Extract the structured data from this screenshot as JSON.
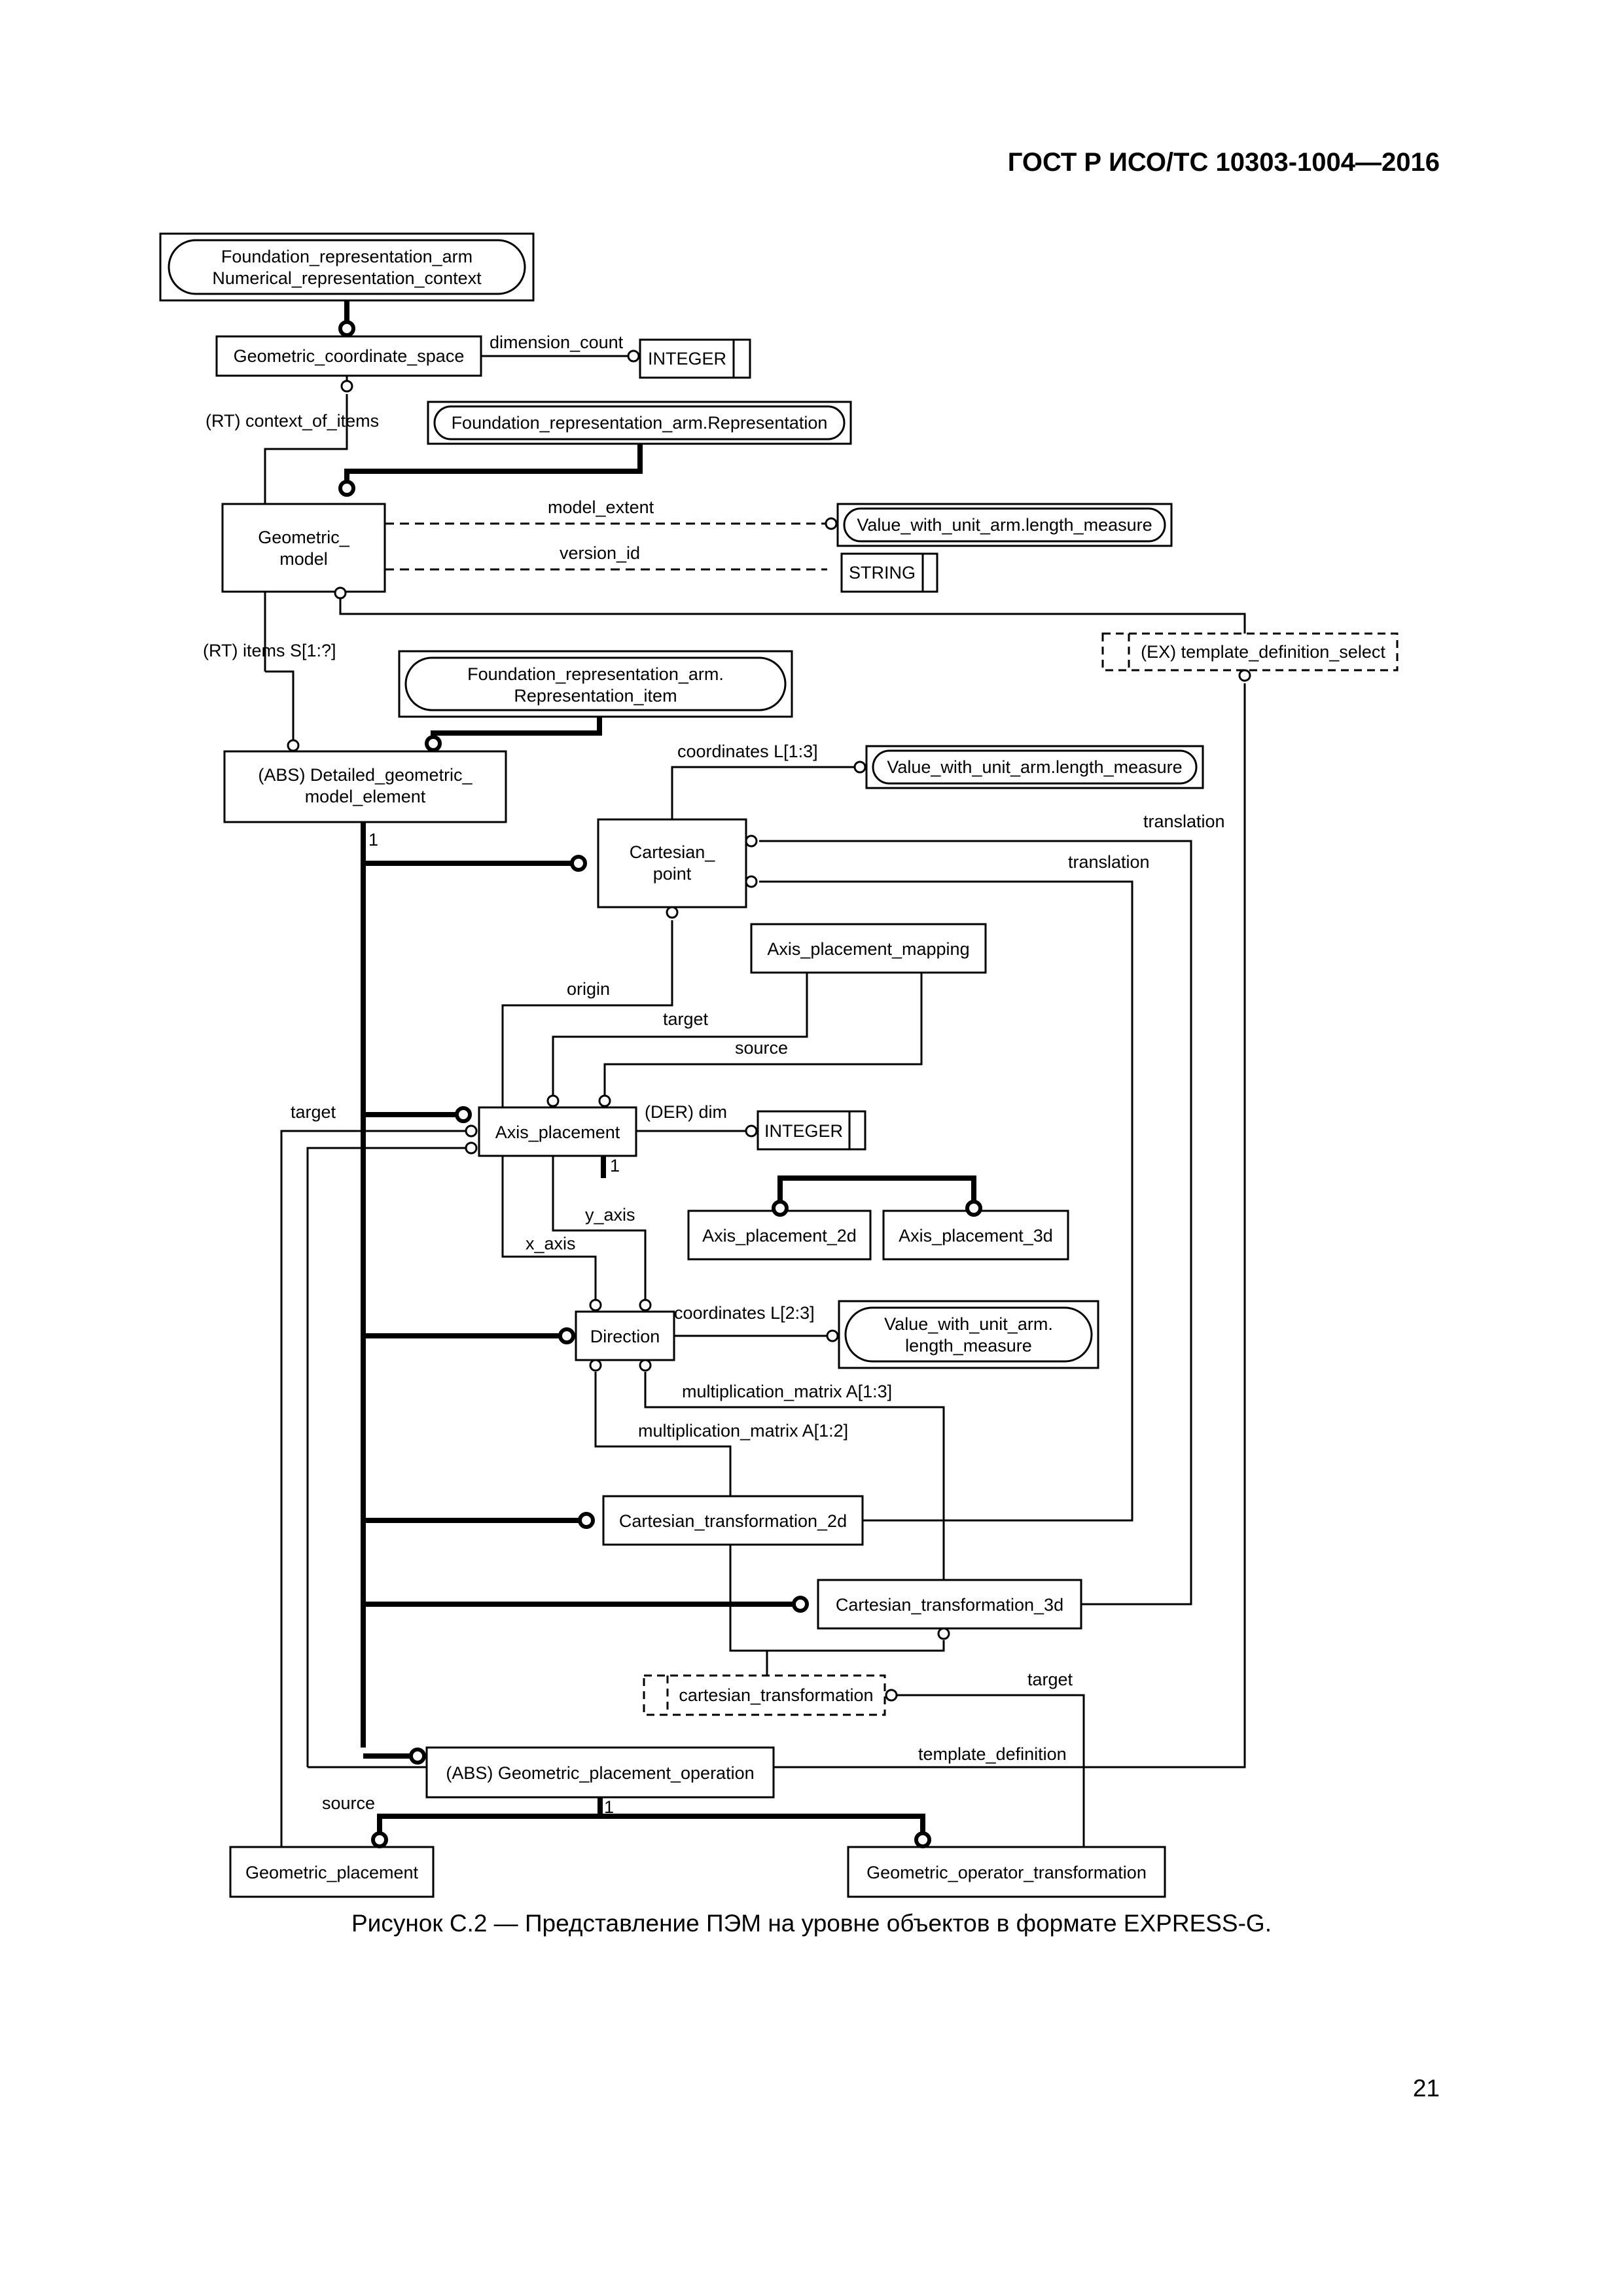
{
  "header": "ГОСТ Р ИСО/ТС 10303-1004—2016",
  "caption": "Рисунок С.2 — Представление ПЭМ на уровне объектов в формате EXPRESS-G.",
  "page_number": "21",
  "diagram": {
    "entities": {
      "frame_nrc_1": "Foundation_representation_arm",
      "frame_nrc_2": "Numerical_representation_context",
      "geometric_coordinate_space": "Geometric_coordinate_space",
      "integer_1": "INTEGER",
      "frame_rep": "Foundation_representation_arm.Representation",
      "geometric_model_1": "Geometric_",
      "geometric_model_2": "model",
      "vwu_1": "Value_with_unit_arm.length_measure",
      "string": "STRING",
      "template_definition_select": "(EX) template_definition_select",
      "frame_item_1": "Foundation_representation_arm.",
      "frame_item_2": "Representation_item",
      "detailed_1": "(ABS) Detailed_geometric_",
      "detailed_2": "model_element",
      "vwu_2": "Value_with_unit_arm.length_measure",
      "cartesian_point_1": "Cartesian_",
      "cartesian_point_2": "point",
      "axis_placement_mapping": "Axis_placement_mapping",
      "axis_placement": "Axis_placement",
      "integer_2": "INTEGER",
      "axis_placement_2d": "Axis_placement_2d",
      "axis_placement_3d": "Axis_placement_3d",
      "direction": "Direction",
      "vwu_3_1": "Value_with_unit_arm.",
      "vwu_3_2": "length_measure",
      "cartesian_transformation_2d": "Cartesian_transformation_2d",
      "cartesian_transformation_3d": "Cartesian_transformation_3d",
      "cartesian_transformation": "cartesian_transformation",
      "geometric_placement_operation": "(ABS) Geometric_placement_operation",
      "geometric_placement": "Geometric_placement",
      "geometric_operator_transformation": "Geometric_operator_transformation"
    },
    "labels": {
      "dimension_count": "dimension_count",
      "context_of_items": "(RT) context_of_items",
      "model_extent": "model_extent",
      "version_id": "version_id",
      "items": "(RT) items S[1:?]",
      "coordinates_1_3": "coordinates L[1:3]",
      "translation_a": "translation",
      "translation_b": "translation",
      "one_a": "1",
      "origin": "origin",
      "target_a": "target",
      "source_a": "source",
      "target_b": "target",
      "der_dim": "(DER) dim",
      "one_b": "1",
      "y_axis": "y_axis",
      "x_axis": "x_axis",
      "coordinates_2_3": "coordinates L[2:3]",
      "mult_1_3": "multiplication_matrix A[1:3]",
      "mult_1_2": "multiplication_matrix A[1:2]",
      "target_c": "target",
      "template_definition": "template_definition",
      "source_b": "source",
      "one_c": "1"
    }
  }
}
